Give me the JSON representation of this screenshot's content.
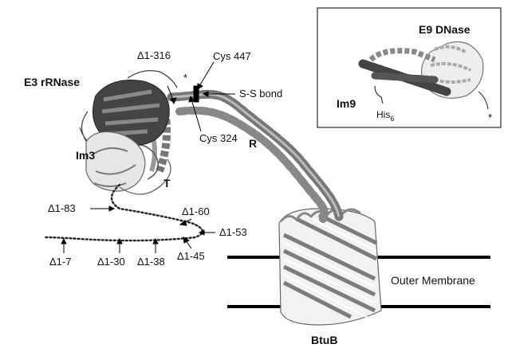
{
  "labels": {
    "e3_rrnase": "E3 rRNase",
    "im3": "Im3",
    "t_domain": "T",
    "r_domain": "R",
    "btub": "BtuB",
    "outer_membrane": "Outer Membrane",
    "cys447": "Cys 447",
    "cys324": "Cys 324",
    "ss_bond": "S-S bond",
    "asterisk": "*"
  },
  "deletions": {
    "d316": "Δ1-316",
    "d83": "Δ1-83",
    "d60": "Δ1-60",
    "d53": "Δ1-53",
    "d45": "Δ1-45",
    "d7": "Δ1-7",
    "d30": "Δ1-30",
    "d38": "Δ1-38"
  },
  "inset": {
    "e9_dnase": "E9 DNase",
    "im9": "Im9",
    "his": "His",
    "his_sub": "6",
    "asterisk": "*"
  }
}
